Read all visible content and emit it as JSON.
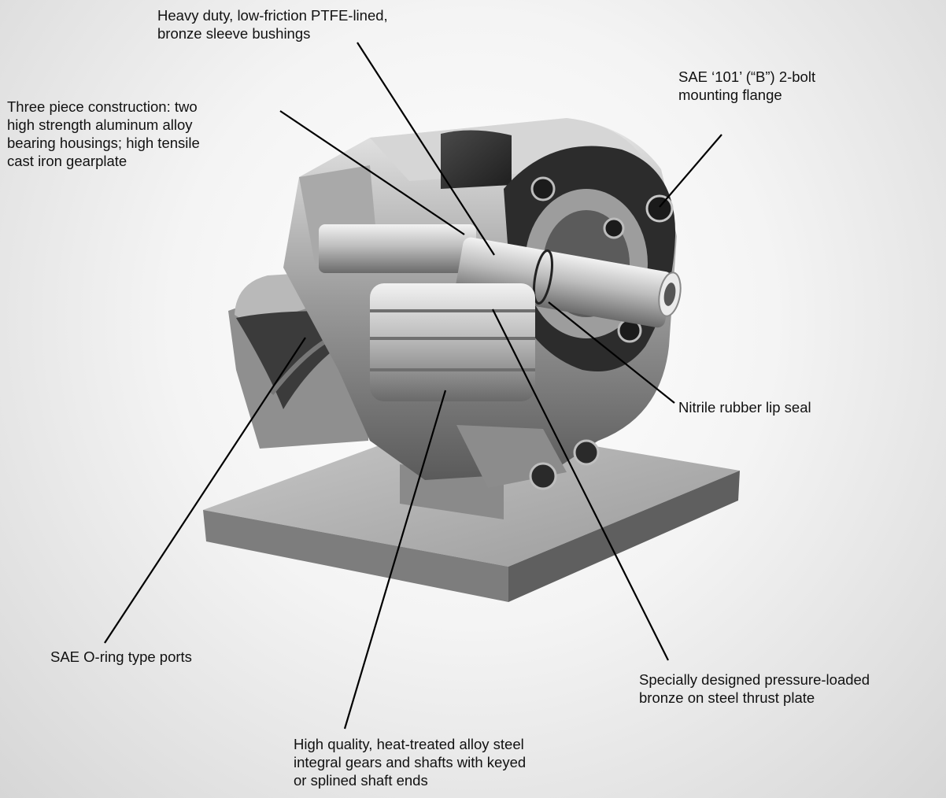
{
  "callouts": {
    "ptfe_bushings": [
      "Heavy duty, low-friction PTFE-lined,",
      "bronze sleeve bushings"
    ],
    "three_piece": [
      "Three piece construction: two",
      "high strength aluminum alloy",
      "bearing housings; high tensile",
      "cast iron gearplate"
    ],
    "mounting_flange": [
      "SAE ‘101’ (“B”) 2-bolt",
      "mounting flange"
    ],
    "lip_seal": [
      "Nitrile rubber lip seal"
    ],
    "o_ring_ports": [
      "SAE O-ring type ports"
    ],
    "thrust_plate": [
      "Specially designed pressure-loaded",
      "bronze on steel thrust plate"
    ],
    "gears_shafts": [
      "High quality, heat-treated alloy steel",
      "integral gears and shafts with keyed",
      "or splined shaft ends"
    ]
  },
  "colors": {
    "background": "#f4f4f4",
    "leader_line": "#000000",
    "text": "#111111"
  }
}
